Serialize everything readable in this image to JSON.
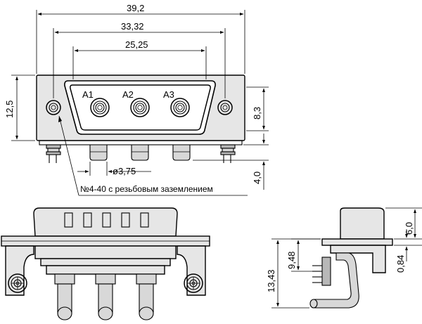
{
  "dimensions": {
    "overall_width": "39,2",
    "mounting_hole_spacing": "33,32",
    "contact_spacing": "25,25",
    "flange_height": "12,5",
    "shell_height": "8,3",
    "contact_diameter": "ø3,75",
    "pin_length": "4,0",
    "side_top": "6,0",
    "side_offset": "0,84",
    "side_height_a": "9,48",
    "side_height_b": "13,43"
  },
  "contacts": [
    "A1",
    "A2",
    "A3"
  ],
  "note": "№4-40 с резьбовым заземлением"
}
